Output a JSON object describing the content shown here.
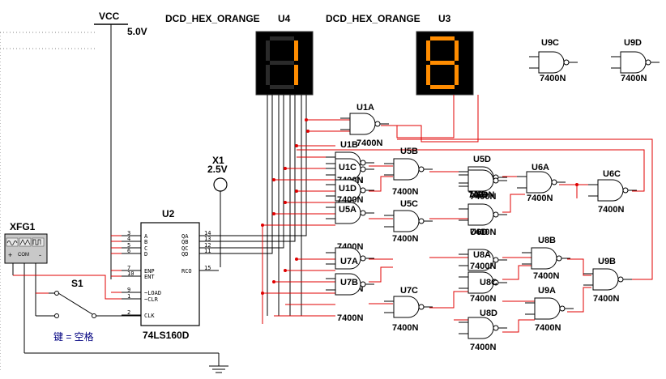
{
  "power": {
    "name": "VCC",
    "value": "5.0V"
  },
  "probe": {
    "name": "X1",
    "value": "2.5V"
  },
  "generator": {
    "name": "XFG1",
    "com_label": "COM",
    "plus": "+",
    "minus": "-"
  },
  "switch": {
    "name": "S1",
    "key_label": "键 = 空格"
  },
  "counter": {
    "ref": "U2",
    "part": "74LS160D",
    "left_pins": [
      {
        "num": "3",
        "name": "A"
      },
      {
        "num": "4",
        "name": "B"
      },
      {
        "num": "5",
        "name": "C"
      },
      {
        "num": "6",
        "name": "D"
      },
      {
        "num": "7",
        "name": "ENP"
      },
      {
        "num": "10",
        "name": "ENT"
      },
      {
        "num": "9",
        "name": "~LOAD"
      },
      {
        "num": "1",
        "name": "~CLR"
      },
      {
        "num": "2",
        "name": "CLK"
      }
    ],
    "right_pins": [
      {
        "num": "14",
        "name": "QA"
      },
      {
        "num": "13",
        "name": "QB"
      },
      {
        "num": "12",
        "name": "QC"
      },
      {
        "num": "11",
        "name": "QD"
      },
      {
        "num": "15",
        "name": "RCO"
      }
    ]
  },
  "displays": [
    {
      "ref": "U4",
      "part": "DCD_HEX_ORANGE",
      "digit": "1",
      "color": "#ff8c00"
    },
    {
      "ref": "U3",
      "part": "DCD_HEX_ORANGE",
      "digit": "8",
      "color": "#ff8c00"
    }
  ],
  "gates": [
    {
      "id": "U9C",
      "part": "7400N"
    },
    {
      "id": "U9D",
      "part": "7400N"
    },
    {
      "id": "U1A",
      "part": "7400N"
    },
    {
      "id": "U1B",
      "part": "7400N"
    },
    {
      "id": "U1C",
      "part": "7400N"
    },
    {
      "id": "U1D",
      "part": "7400N"
    },
    {
      "id": "U5A",
      "part": "7400N"
    },
    {
      "id": "U5B",
      "part": "7400N"
    },
    {
      "id": "U5C",
      "part": "7400N"
    },
    {
      "id": "U5D",
      "part": "7400N"
    },
    {
      "id": "U6A",
      "part": "7400N"
    },
    {
      "id": "U6B",
      "part": "7400N"
    },
    {
      "id": "U6C",
      "part": "7400N"
    },
    {
      "id": "U6D",
      "part": "7400N"
    },
    {
      "id": "U7A",
      "part": "7400N"
    },
    {
      "id": "U7B",
      "part": "7400N"
    },
    {
      "id": "U7C",
      "part": "7400N"
    },
    {
      "id": "U8A",
      "part": "7400N"
    },
    {
      "id": "U8B",
      "part": "7400N"
    },
    {
      "id": "U8C",
      "part": "7400N"
    },
    {
      "id": "U8D",
      "part": "7400N"
    },
    {
      "id": "U9A",
      "part": "7400N"
    },
    {
      "id": "U9B",
      "part": "7400N"
    }
  ],
  "colors": {
    "wire": "#e00000",
    "black_wire": "#000000",
    "segment_on": "#ff8c00",
    "segment_off": "#2a2a2a",
    "label_blue": "#000080"
  }
}
